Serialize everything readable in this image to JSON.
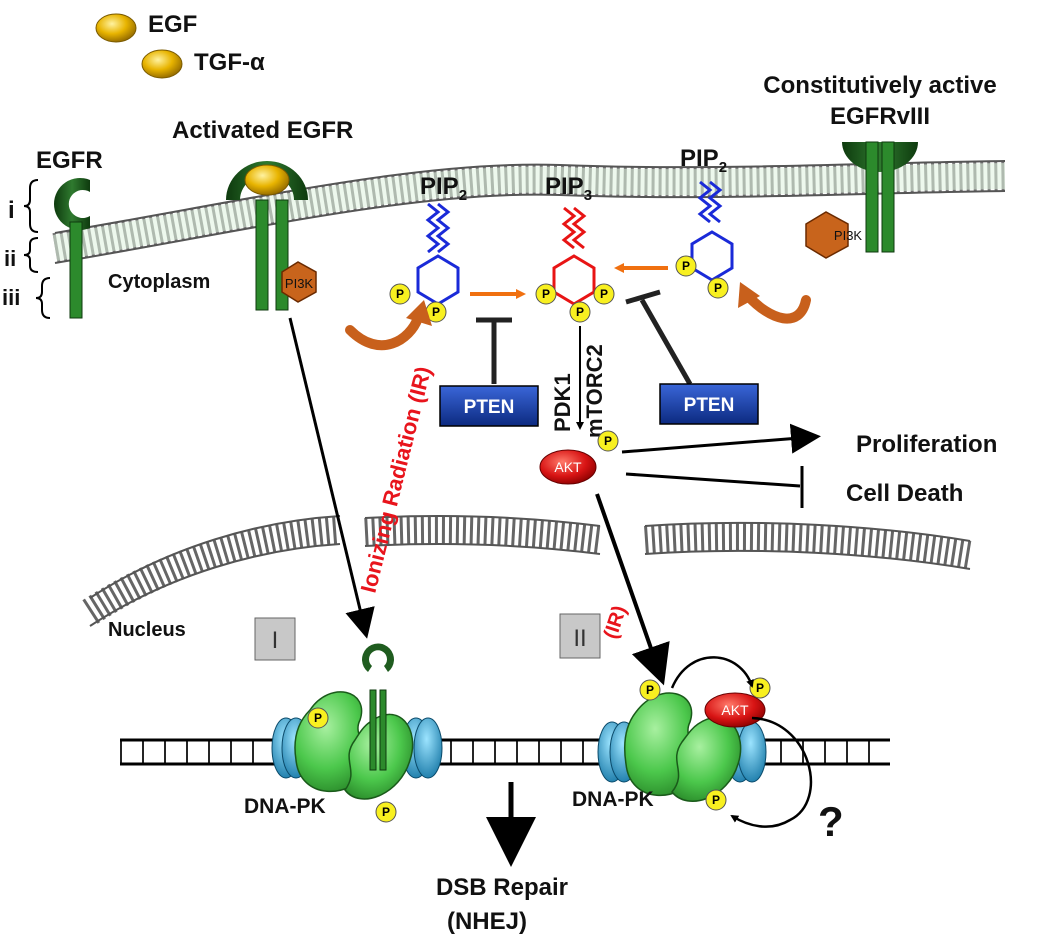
{
  "ligands": {
    "egf": "EGF",
    "tgf": "TGF-α"
  },
  "receptors": {
    "egfr": "EGFR",
    "activated": "Activated EGFR",
    "vIII_line1": "Constitutively active",
    "vIII_line2": "EGFRvIII"
  },
  "membrane_layers": {
    "i": "i",
    "ii": "ii",
    "iii": "iii",
    "cytoplasm": "Cytoplasm"
  },
  "lipids": {
    "pip": "PIP",
    "sub2": "2",
    "sub3": "3"
  },
  "kinases": {
    "pi3k": "PI3K",
    "pten": "PTEN",
    "pdk1": "PDK1",
    "mtorc2": "mTORC2",
    "akt": "AKT",
    "dnapk": "DNA-PK"
  },
  "phospho": "P",
  "outcomes": {
    "proliferation": "Proliferation",
    "cell_death": "Cell Death",
    "dsb_line1": "DSB Repair",
    "dsb_line2": "(NHEJ)"
  },
  "nucleus": "Nucleus",
  "radiation": {
    "full": "Ionizing Radiation (IR)",
    "short": "(IR)"
  },
  "pathways": {
    "one": "I",
    "two": "II"
  },
  "question": "?",
  "colors": {
    "receptor": "#1f5c1f",
    "receptor_stem": "#2c8a2c",
    "ligand": "#e5b000",
    "pi3k": "#c8641c",
    "pten": "#1c3ea8",
    "akt": "#d81414",
    "dnapk": "#5fd65f",
    "ku": "#2aa8d8",
    "arrow_orange": "#f07010",
    "membrane": "#d8efd8"
  }
}
